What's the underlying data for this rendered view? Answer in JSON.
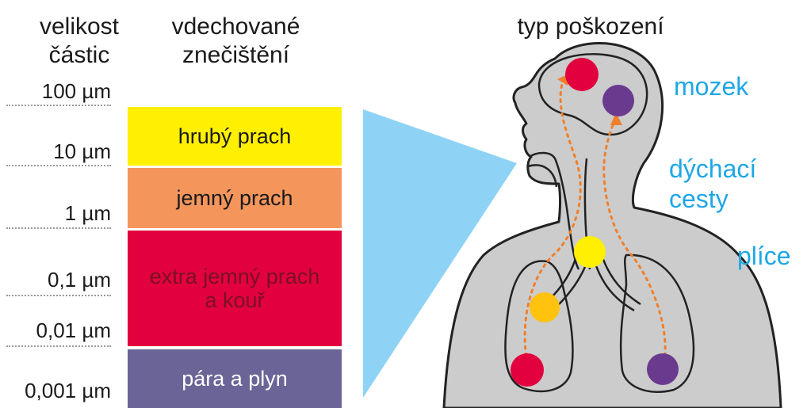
{
  "headers": {
    "particle_size": "velikost\nčástic",
    "inhaled_pollution": "vdechované\nznečištění",
    "damage_type": "typ poškození"
  },
  "size_ticks": [
    "100 µm",
    "10 µm",
    "1 µm",
    "0,1 µm",
    "0,01 µm",
    "0,001 µm"
  ],
  "pollution_bands": [
    {
      "label": "hrubý prach",
      "color": "#ffef00",
      "text_color": "#1a1a1a"
    },
    {
      "label": "jemný prach",
      "color": "#f4955c",
      "text_color": "#1a1a1a"
    },
    {
      "label": "extra jemný prach\na kouř",
      "color": "#e2003f",
      "text_color": "#7a1026"
    },
    {
      "label": "pára a plyn",
      "color": "#6b6497",
      "text_color": "#ffffff"
    }
  ],
  "regions": {
    "brain": "mozek",
    "airways": "dýchací\ncesty",
    "lungs": "plíce"
  },
  "colors": {
    "arrow": "#8ed3f6",
    "body": "#cccccc",
    "path": "#f07f2a",
    "region_text": "#1ea7e6",
    "dot_red": "#e2003f",
    "dot_purple": "#6a3a8e",
    "dot_yellow": "#ffef00",
    "dot_orange": "#ffc20e"
  },
  "icons": {
    "body": "human-body-silhouette-icon",
    "arrow": "inhalation-arrow-icon"
  }
}
